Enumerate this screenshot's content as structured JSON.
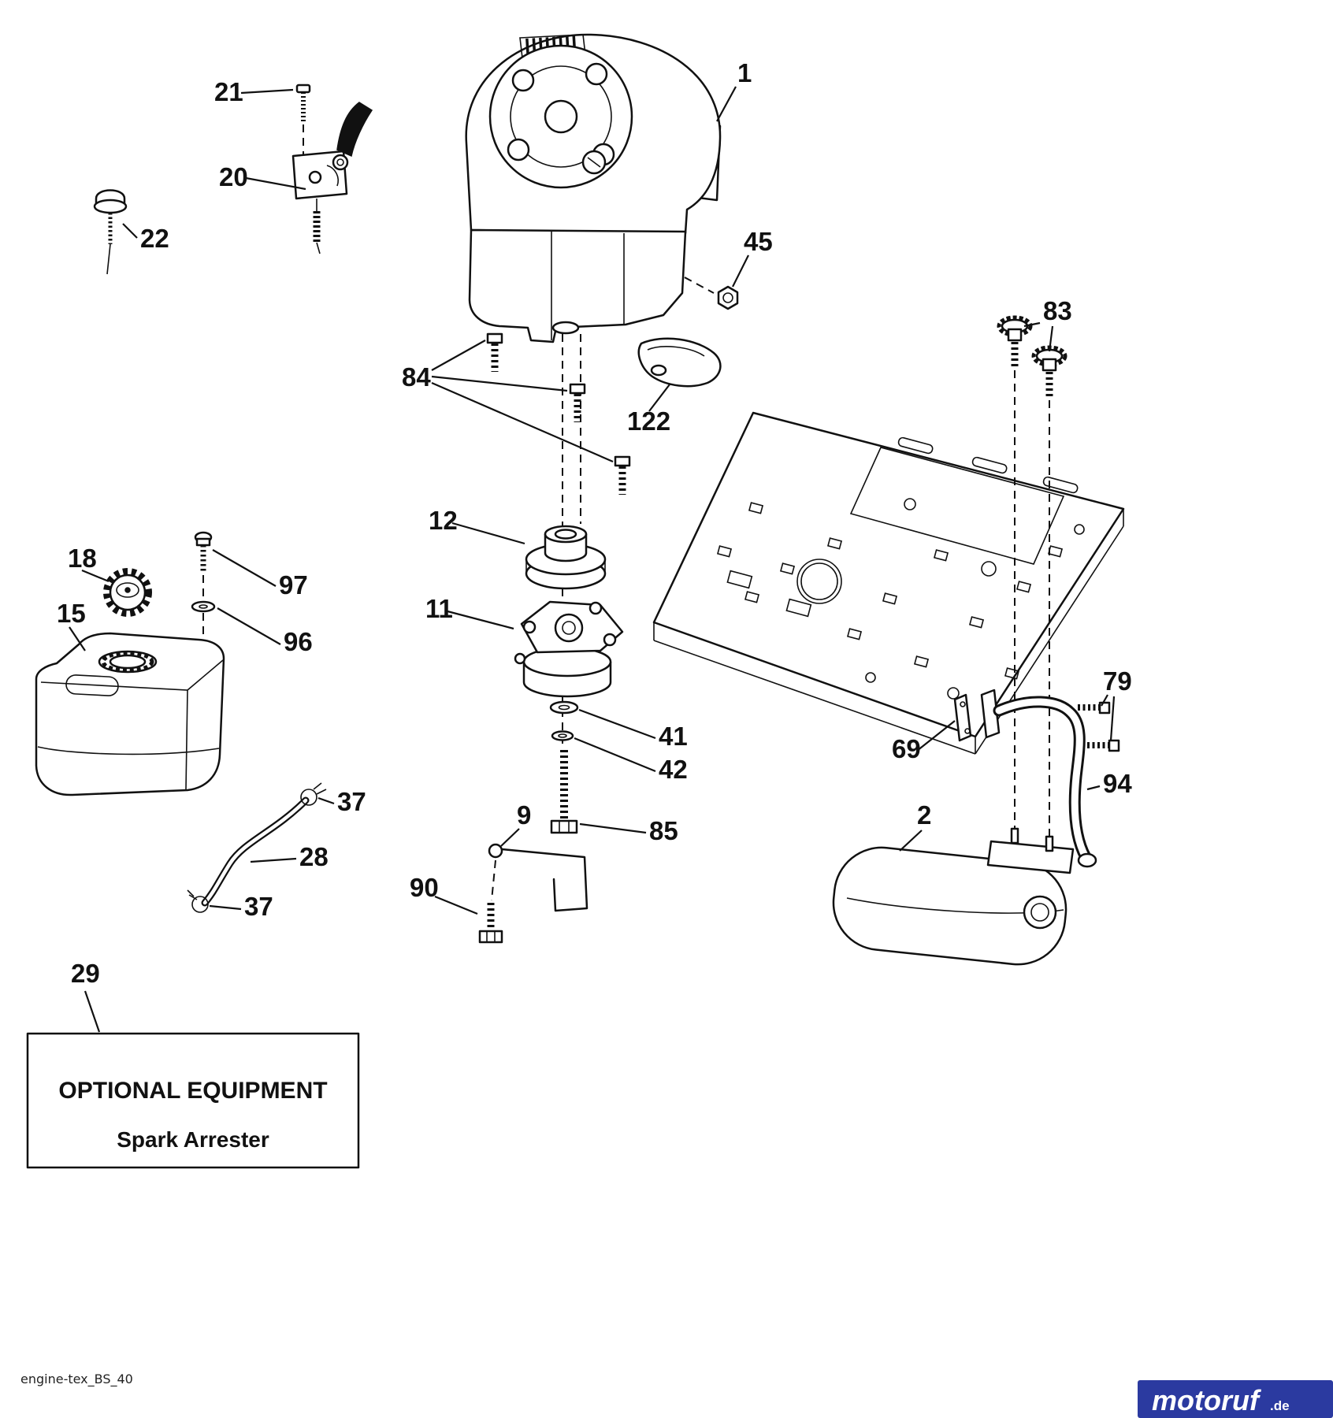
{
  "footer": {
    "code": "engine-tex_BS_40"
  },
  "logo": {
    "name": "motoruf",
    "tld": ".de",
    "bg": "#2b3aa0"
  },
  "optional_box": {
    "title": "OPTIONAL EQUIPMENT",
    "subtitle": "Spark Arrester"
  },
  "callouts": [
    {
      "num": "1",
      "part": "engine"
    },
    {
      "num": "21",
      "part": "throttle-screw"
    },
    {
      "num": "20",
      "part": "throttle-control"
    },
    {
      "num": "22",
      "part": "choke-knob"
    },
    {
      "num": "45",
      "part": "engine-nut"
    },
    {
      "num": "83",
      "part": "muffler-bolts"
    },
    {
      "num": "84",
      "part": "engine-mount-bolts"
    },
    {
      "num": "122",
      "part": "exhaust-deflector"
    },
    {
      "num": "12",
      "part": "engine-pulley"
    },
    {
      "num": "11",
      "part": "clutch"
    },
    {
      "num": "18",
      "part": "fuel-cap"
    },
    {
      "num": "97",
      "part": "tank-bolt"
    },
    {
      "num": "15",
      "part": "fuel-tank"
    },
    {
      "num": "96",
      "part": "tank-washer"
    },
    {
      "num": "41",
      "part": "flat-washer"
    },
    {
      "num": "42",
      "part": "lock-washer"
    },
    {
      "num": "79",
      "part": "exhaust-bolts"
    },
    {
      "num": "69",
      "part": "exhaust-gasket"
    },
    {
      "num": "94",
      "part": "exhaust-pipe"
    },
    {
      "num": "9",
      "part": "clutch-bracket"
    },
    {
      "num": "85",
      "part": "clutch-bolt"
    },
    {
      "num": "2",
      "part": "muffler"
    },
    {
      "num": "37",
      "part": "hose-clamp-upper"
    },
    {
      "num": "28",
      "part": "fuel-line"
    },
    {
      "num": "37",
      "part": "hose-clamp-lower"
    },
    {
      "num": "90",
      "part": "bracket-bolt"
    },
    {
      "num": "29",
      "part": "optional-equipment"
    }
  ]
}
